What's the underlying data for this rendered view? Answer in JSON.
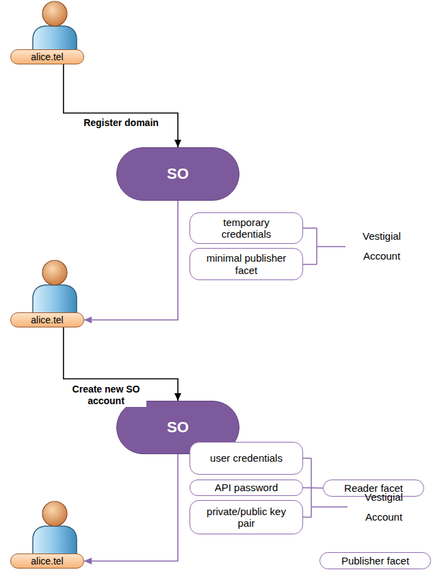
{
  "diagram": {
    "nodes": [
      {
        "text": [
          "alice.tel"
        ]
      },
      {
        "text": [
          "SO"
        ]
      },
      {
        "text": [
          "temporary credentials"
        ]
      },
      {
        "text": [
          "minimal publisher facet"
        ]
      },
      {
        "text": [
          "alice.tel"
        ]
      },
      {
        "text": [
          "SO"
        ]
      },
      {
        "text": [
          "user credentials"
        ]
      },
      {
        "text": [
          "API password"
        ]
      },
      {
        "text": [
          "private/public key pair"
        ]
      },
      {
        "text": [
          "Reader facet"
        ]
      },
      {
        "text": [
          "Publisher facet"
        ]
      },
      {
        "text": [
          "alice.tel"
        ]
      }
    ],
    "edges": [
      {
        "from": 0,
        "to": 1,
        "label": "Register domain",
        "arrow": "to"
      },
      {
        "from": 1,
        "to": 4,
        "arrow": "to"
      },
      {
        "from": 4,
        "to": 5,
        "label": "Create new SO account",
        "arrow": "to"
      },
      {
        "from": 5,
        "to": 11,
        "arrow": "to"
      },
      {
        "from": 7,
        "to": 9,
        "arrow": "none"
      }
    ],
    "labels": [
      "Vestigial Account",
      "Vestigial Account"
    ]
  }
}
